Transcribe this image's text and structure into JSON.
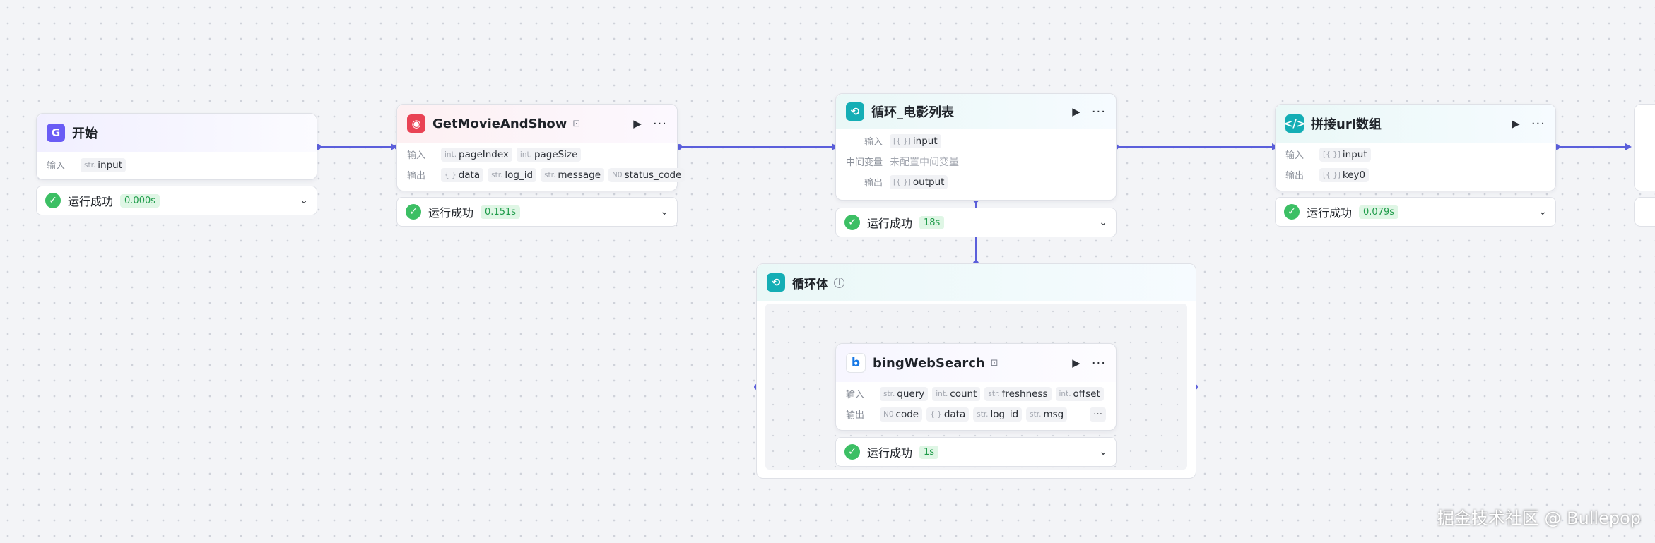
{
  "colors": {
    "accent": "#5b5fdb",
    "success": "#3cbf64",
    "purple": "#6a5cf5",
    "red": "#e94354",
    "teal": "#14aeb5"
  },
  "nodes": {
    "start": {
      "title": "开始",
      "input_label": "输入",
      "inputs": [
        {
          "type": "str.",
          "name": "input"
        }
      ],
      "status": "运行成功",
      "time": "0.000s"
    },
    "movie": {
      "title": "GetMovieAndShow",
      "input_label": "输入",
      "output_label": "输出",
      "inputs": [
        {
          "type": "int.",
          "name": "pageIndex"
        },
        {
          "type": "int.",
          "name": "pageSize"
        }
      ],
      "outputs": [
        {
          "type": "{ }",
          "name": "data"
        },
        {
          "type": "str.",
          "name": "log_id"
        },
        {
          "type": "str.",
          "name": "message"
        },
        {
          "type": "N0",
          "name": "status_code"
        }
      ],
      "status": "运行成功",
      "time": "0.151s"
    },
    "loop": {
      "title": "循环_电影列表",
      "input_label": "输入",
      "mid_label": "中间变量",
      "output_label": "输出",
      "inputs": [
        {
          "type": "[{ }]",
          "name": "input"
        }
      ],
      "mid_placeholder": "未配置中间变量",
      "outputs": [
        {
          "type": "[{ }]",
          "name": "output"
        }
      ],
      "status": "运行成功",
      "time": "18s"
    },
    "concat": {
      "title": "拼接url数组",
      "input_label": "输入",
      "output_label": "输出",
      "inputs": [
        {
          "type": "[{ }]",
          "name": "input"
        }
      ],
      "outputs": [
        {
          "type": "[{ }]",
          "name": "key0"
        }
      ],
      "status": "运行成功",
      "time": "0.079s"
    },
    "loop_body": {
      "title": "循环体"
    },
    "bing": {
      "title": "bingWebSearch",
      "input_label": "输入",
      "output_label": "输出",
      "inputs": [
        {
          "type": "str.",
          "name": "query"
        },
        {
          "type": "int.",
          "name": "count"
        },
        {
          "type": "str.",
          "name": "freshness"
        },
        {
          "type": "int.",
          "name": "offset"
        }
      ],
      "outputs": [
        {
          "type": "N0",
          "name": "code"
        },
        {
          "type": "{ }",
          "name": "data"
        },
        {
          "type": "str.",
          "name": "log_id"
        },
        {
          "type": "str.",
          "name": "msg"
        }
      ],
      "overflow": "···",
      "status": "运行成功",
      "time": "1s"
    }
  },
  "controls": {
    "play": "▶",
    "more": "···",
    "chevron": "⌄",
    "check": "✓"
  },
  "watermark": "掘金技术社区 @ Bullepop"
}
